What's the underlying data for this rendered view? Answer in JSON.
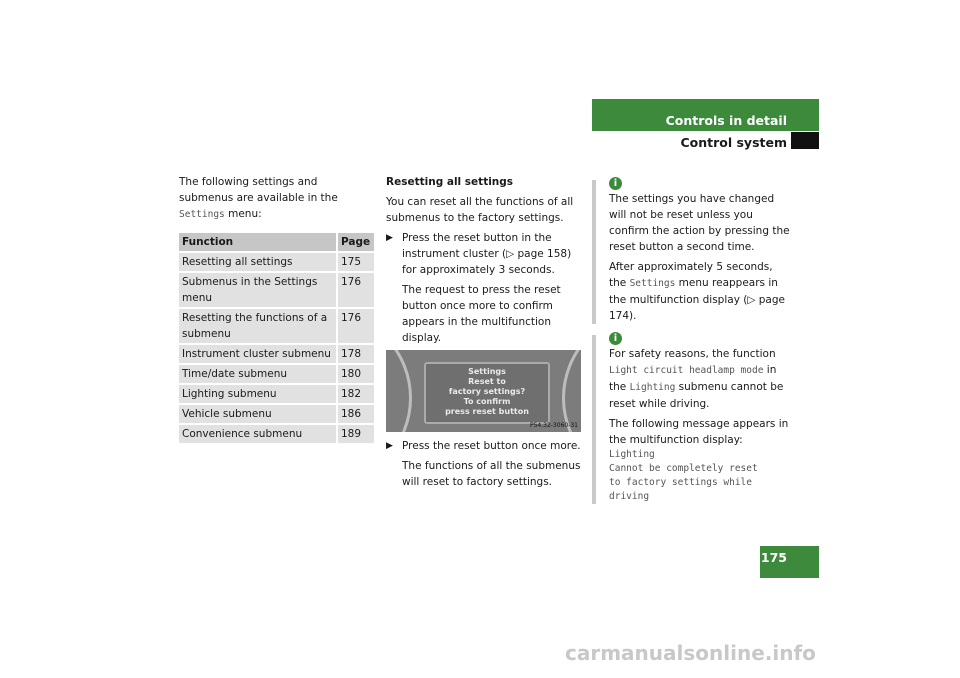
{
  "header": {
    "section": "Controls in detail",
    "subsection": "Control system"
  },
  "page_number": "175",
  "col1": {
    "intro_a": "The following settings and submenus are available in the ",
    "intro_code": "Settings",
    "intro_b": " menu:",
    "table": {
      "headers": [
        "Function",
        "Page"
      ],
      "rows": [
        [
          "Resetting all settings",
          "175"
        ],
        [
          "Submenus in the Settings menu",
          "176"
        ],
        [
          "Resetting the functions of a submenu",
          "176"
        ],
        [
          "Instrument cluster submenu",
          "178"
        ],
        [
          "Time/date submenu",
          "180"
        ],
        [
          "Lighting submenu",
          "182"
        ],
        [
          "Vehicle submenu",
          "186"
        ],
        [
          "Convenience submenu",
          "189"
        ]
      ]
    }
  },
  "col2": {
    "heading": "Resetting all settings",
    "intro": "You can reset all the functions of all submenus to the factory settings.",
    "step1_a": "Press the reset button in the instrument cluster (",
    "step1_ref": "▷ page 158) for approximately 3 seconds.",
    "step1_note": "The request to press the reset button once more to confirm appears in the multifunction display.",
    "figure": {
      "display_lines": [
        "Settings",
        "Reset to",
        "factory settings?",
        "To confirm",
        "press reset button"
      ],
      "code": "P54.32-3060-31"
    },
    "step2": "Press the reset button once more.",
    "step2_note": "The functions of all the submenus will reset to factory settings.",
    "step_marker": "▶"
  },
  "col3": {
    "note1": {
      "p1": "The settings you have changed will not be reset unless you confirm the action by pressing the reset button a second time.",
      "p2_a": "After approximately 5 seconds, the ",
      "p2_code": "Settings",
      "p2_b": " menu reappears in the multifunction display (▷ page 174)."
    },
    "note2": {
      "p1_a": "For safety reasons, the function ",
      "p1_code1": "Light circuit headlamp mode",
      "p1_b": " in the ",
      "p1_code2": "Lighting",
      "p1_c": " submenu cannot be reset while driving.",
      "p2": "The following message appears in the multifunction display:",
      "msg": [
        "Lighting",
        "Cannot be completely reset",
        "to factory settings while driving"
      ]
    },
    "info_glyph": "i"
  },
  "watermark": "carmanualsonline.info"
}
